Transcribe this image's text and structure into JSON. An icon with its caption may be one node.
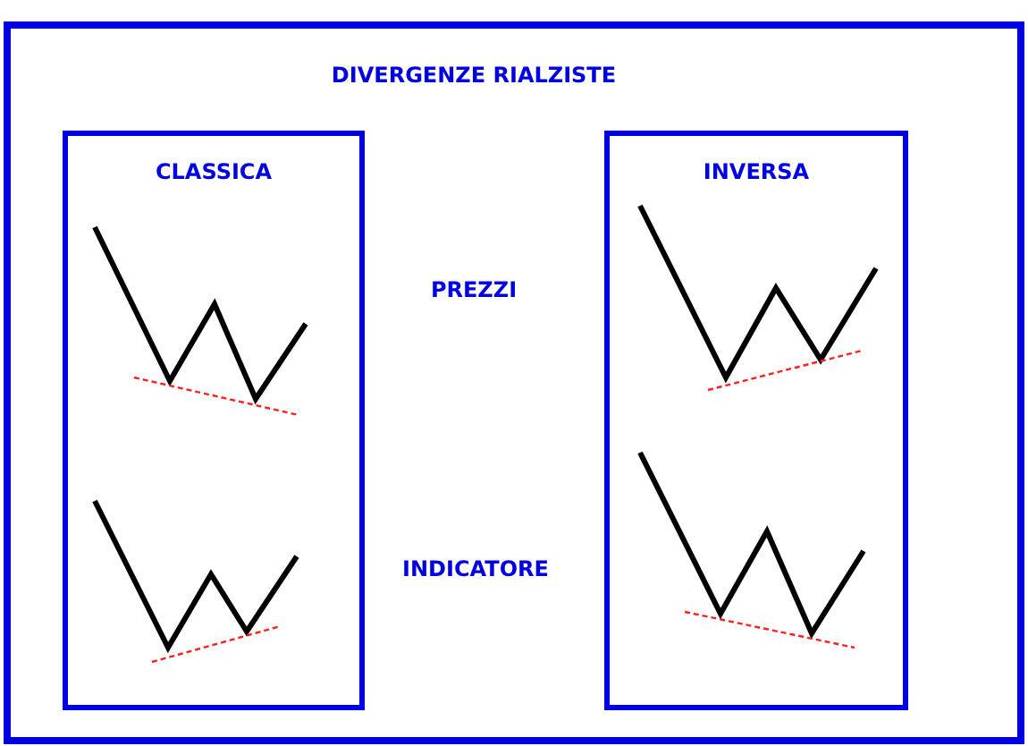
{
  "diagram": {
    "title": "DIVERGENZE RIALZISTE",
    "nodes": [
      {
        "text": [
          "CLASSICA"
        ]
      },
      {
        "text": [
          "INVERSA"
        ]
      }
    ],
    "labels": [
      "PREZZI",
      "INDICATORE"
    ]
  }
}
